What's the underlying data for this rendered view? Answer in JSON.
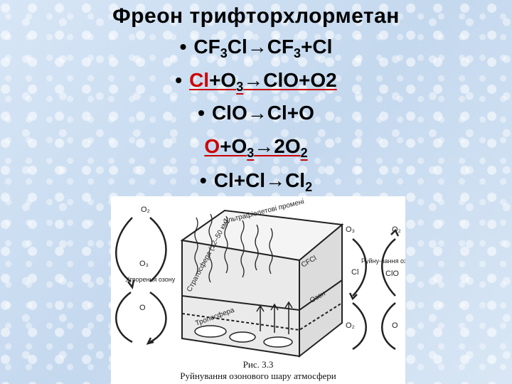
{
  "title": "Фреон трифторхлорметан",
  "bullet": "•",
  "reactions": {
    "r1": {
      "a": "CF",
      "a_sub": "3",
      "b": "Cl→CF",
      "b_sub": "3",
      "c": "+Cl"
    },
    "r2": {
      "a": "Cl",
      "b": "+O",
      "b_sub": "3",
      "c": "→ClO+O2"
    },
    "r3": {
      "a": "ClO→Cl+O"
    },
    "r4": {
      "a": "O",
      "b": "+O",
      "b_sub": "3",
      "c": "→2O",
      "c_sub": "2"
    },
    "r5": {
      "a": "Cl+Cl→Cl",
      "a_sub": "2"
    }
  },
  "figure": {
    "labels": {
      "uv": "Ультрафіолетові промені",
      "stratosphere": "Стратосфера (12–50 км)",
      "troposphere": "Тропосфера",
      "cfcl": "CFCl",
      "ozone": "Озон",
      "left_o2": "O₂",
      "left_o3": "O₃",
      "left_o": "O",
      "left_formation": "Утворення озону",
      "right_o3": "O₃",
      "right_o2_top": "O₂",
      "right_cl": "Cl",
      "right_clo": "ClO",
      "right_o2_bottom": "O₂",
      "right_o": "O",
      "right_destruction": "Руйну-вання озону"
    },
    "caption_1": "Рис. 3.3",
    "caption_2": "Руйнування озонового шару атмосфери"
  }
}
